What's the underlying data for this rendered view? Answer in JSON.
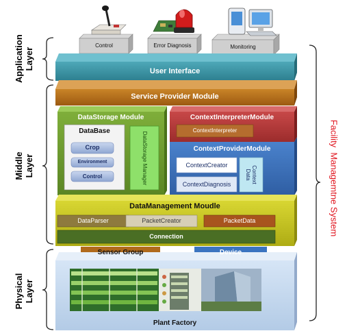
{
  "layers": {
    "application": "Application Layer",
    "middle": "Middle Layer",
    "physical": "Physical Layer"
  },
  "system_title": "Facility  Managemtne System",
  "devices": [
    "Control",
    "Error Diagnosis",
    "Monitoring"
  ],
  "user_interface": "User Interface",
  "service_provider": "Service Provider Module",
  "data_storage": {
    "title": "DataStorage Module",
    "database": "DataBase",
    "items": [
      "Crop",
      "Environment",
      "Control"
    ],
    "manager": "DataStorage Manager"
  },
  "context_interpreter": {
    "title": "ContextInterpreterModule",
    "inner": "ContextInterpreter"
  },
  "context_provider": {
    "title": "ContextProviderModule",
    "creator": "ContextCreator",
    "diagnosis": "ContextDiagnosis",
    "data": "Context Data"
  },
  "data_management": {
    "title": "DataManagement Moudle",
    "parts": [
      "DataParser",
      "PacketCreator",
      "PacketData"
    ],
    "connection": "Connection"
  },
  "sensor_group": "Sensor Group",
  "device": "Device",
  "plant_factory": "Plant Factory",
  "colors": {
    "ui": "#3a93a4",
    "service": "#b86e1a",
    "storage": "#6e9a2e",
    "interpreter": "#b33a3a",
    "provider": "#3b6fb8",
    "management": "#c4c41a",
    "plant": "#c7daf0",
    "title_red": "#e0141e"
  }
}
